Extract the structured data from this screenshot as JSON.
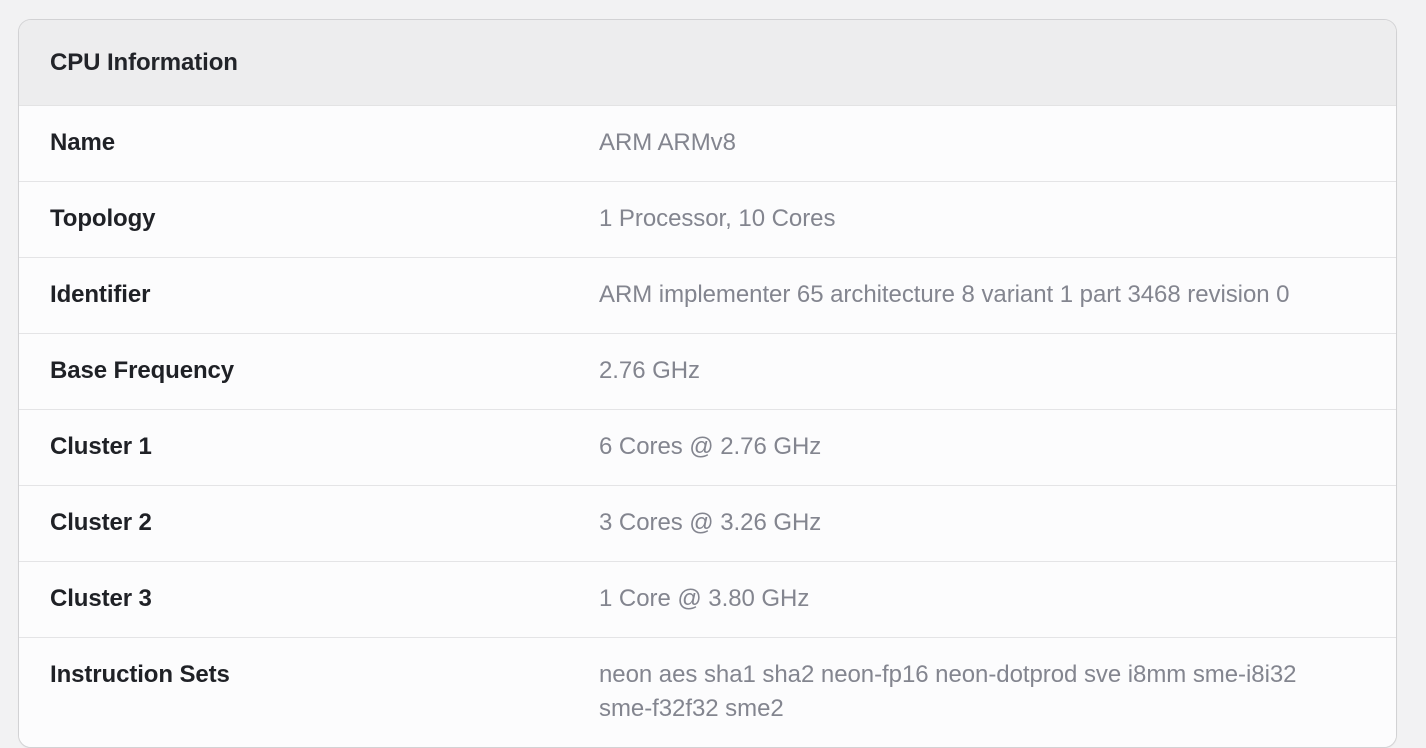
{
  "card": {
    "header": {
      "title": "CPU Information"
    },
    "rows": [
      {
        "label": "Name",
        "value": "ARM ARMv8"
      },
      {
        "label": "Topology",
        "value": "1 Processor, 10 Cores"
      },
      {
        "label": "Identifier",
        "value": "ARM implementer 65 architecture 8 variant 1 part 3468 revision 0"
      },
      {
        "label": "Base Frequency",
        "value": "2.76 GHz"
      },
      {
        "label": "Cluster 1",
        "value": "6 Cores @ 2.76 GHz"
      },
      {
        "label": "Cluster 2",
        "value": "3 Cores @ 3.26 GHz"
      },
      {
        "label": "Cluster 3",
        "value": "1 Core @ 3.80 GHz"
      },
      {
        "label": "Instruction Sets",
        "value": "neon aes sha1 sha2 neon-fp16 neon-dotprod sve i8mm sme-i8i32 sme-f32f32 sme2"
      }
    ]
  },
  "colors": {
    "page_background": "#f2f2f3",
    "card_background": "#fcfcfd",
    "header_background": "#ededee",
    "border": "#d2d2d4",
    "divider": "#e4e4e6",
    "label_text": "#1f2126",
    "value_text": "#83858f"
  }
}
